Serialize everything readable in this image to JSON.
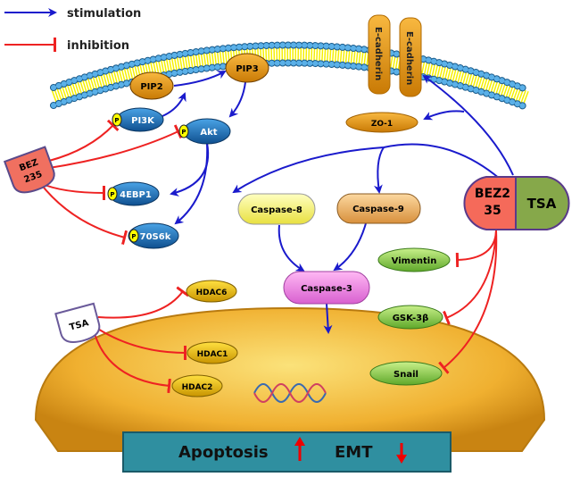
{
  "legend": {
    "stimulation": "stimulation",
    "inhibition": "inhibition"
  },
  "colors": {
    "stimulation": "#1a1acc",
    "inhibition": "#ee2222",
    "kinase": "#1a6fb8",
    "outcome_box": "#2f8fa0"
  },
  "nodes": {
    "pip2": "PIP2",
    "pip3": "PIP3",
    "pi3k": "PI3K",
    "akt": "Akt",
    "ebp1": "4EBP1",
    "s6k": "70S6k",
    "p": "P",
    "bez_left_1": "BEZ",
    "bez_left_2": "235",
    "ecad1": "E-cadherin",
    "ecad2": "E-cadherin",
    "zo1": "ZO-1",
    "casp8": "Caspase-8",
    "casp9": "Caspase-9",
    "casp3": "Caspase-3",
    "combo_bez_1": "BEZ2",
    "combo_bez_2": "35",
    "combo_tsa": "TSA",
    "vimentin": "Vimentin",
    "gsk": "GSK-3β",
    "snail": "Snail",
    "hdac6": "HDAC6",
    "hdac1": "HDAC1",
    "hdac2": "HDAC2",
    "tsa_left": "TSA"
  },
  "outcome": {
    "apoptosis": "Apoptosis",
    "emt": "EMT",
    "apoptosis_direction": "up",
    "emt_direction": "down"
  }
}
